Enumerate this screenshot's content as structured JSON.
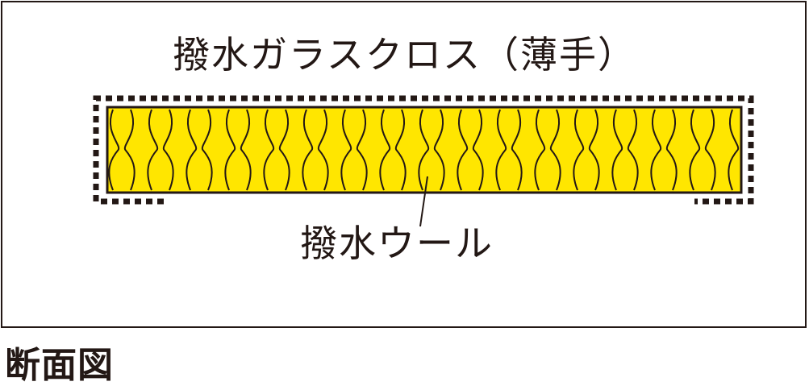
{
  "diagram": {
    "top_label": "撥水ガラスクロス（薄手）",
    "wool_label": "撥水ウール",
    "caption": "断面図",
    "colors": {
      "wool_fill": "#ffe600",
      "line": "#231815"
    }
  }
}
